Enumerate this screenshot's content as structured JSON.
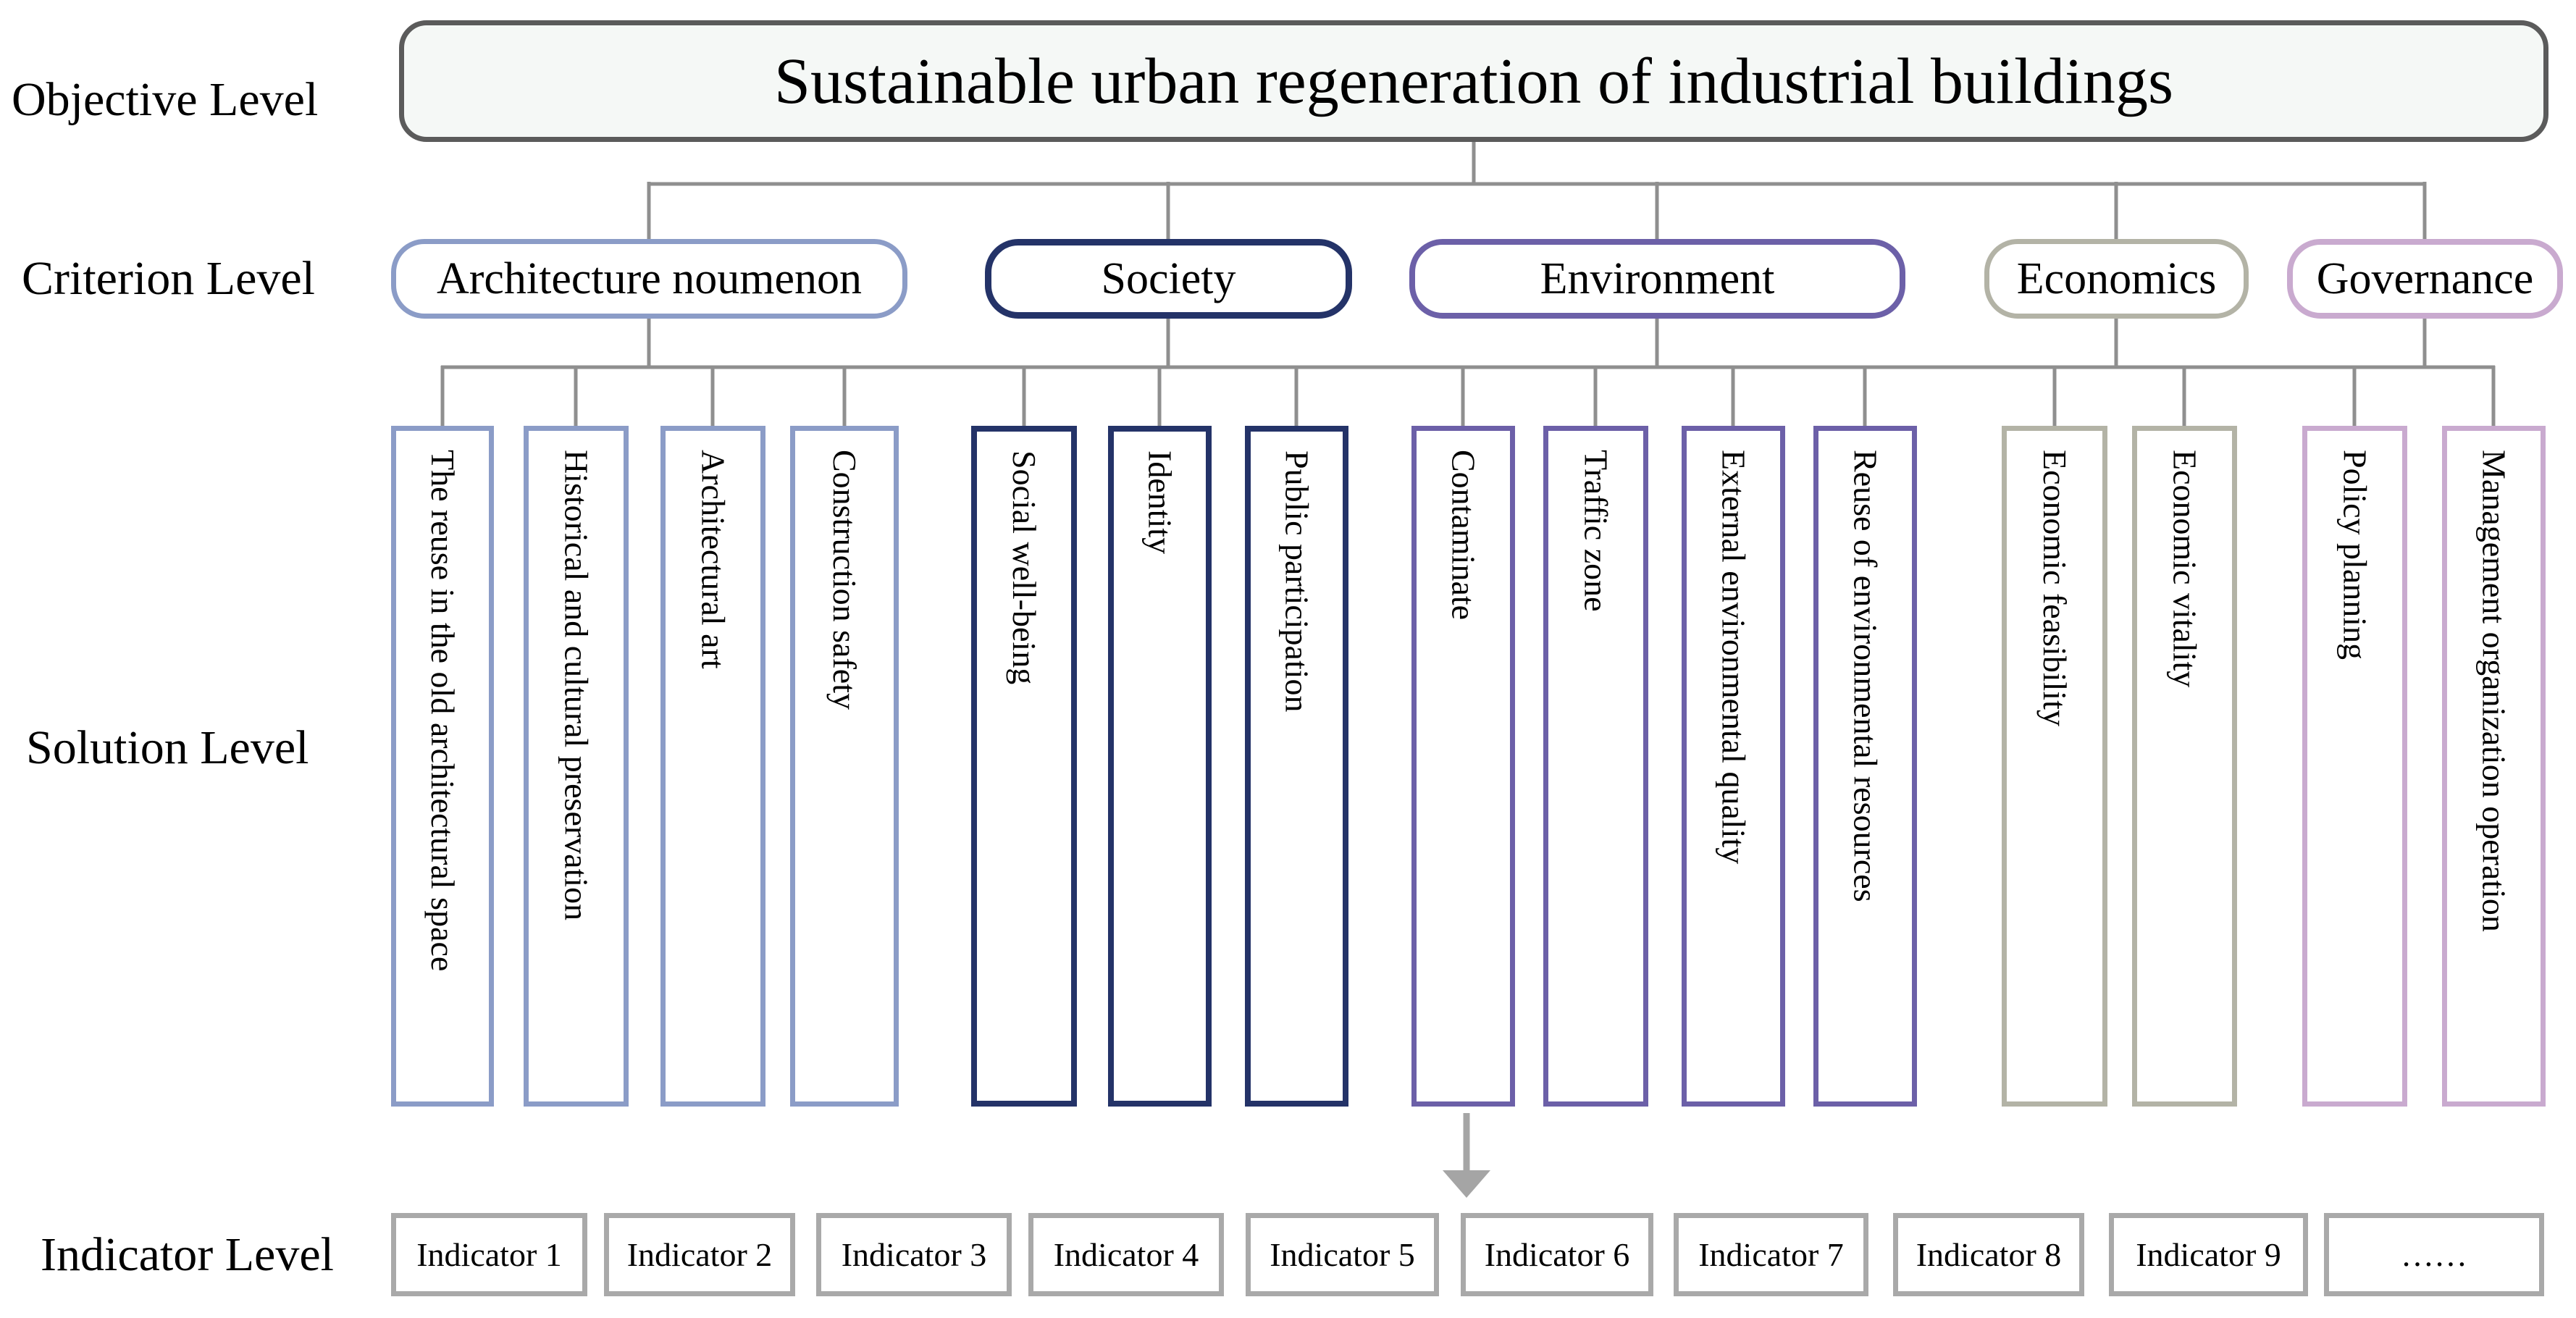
{
  "levels": {
    "objective_label": "Objective Level",
    "criterion_label": "Criterion Level",
    "solution_label": "Solution Level",
    "indicator_label": "Indicator Level"
  },
  "objective": {
    "title": "Sustainable urban regeneration of industrial buildings",
    "border_color": "#5b5b5b",
    "fill_color": "#f5f8f6"
  },
  "criteria": [
    {
      "label": "Architecture noumenon",
      "color": "#8b9cc7"
    },
    {
      "label": "Society",
      "color": "#243368"
    },
    {
      "label": "Environment",
      "color": "#6c60a8"
    },
    {
      "label": "Economics",
      "color": "#b3b3a6"
    },
    {
      "label": "Governance",
      "color": "#c9aacf"
    }
  ],
  "solutions": {
    "architecture": [
      "The reuse in the old architectural space",
      "Historical and cultural preservation",
      "Architectural art",
      "Construction safety"
    ],
    "society": [
      "Social well-being",
      "Identity",
      "Public participation"
    ],
    "environment": [
      "Contaminate",
      "Traffic zone",
      "External environmental quality",
      "Reuse of environmental resources"
    ],
    "economics": [
      "Economic feasibility",
      "Economic vitality"
    ],
    "governance": [
      "Policy planning",
      "Management organization operation"
    ]
  },
  "indicators": {
    "border_color": "#a9a9a9",
    "items": [
      "Indicator 1",
      "Indicator 2",
      "Indicator 3",
      "Indicator 4",
      "Indicator 5",
      "Indicator 6",
      "Indicator 7",
      "Indicator 8",
      "Indicator 9",
      "……"
    ]
  },
  "connectors": {
    "line_color": "#8f8f8f",
    "arrow_color": "#a5a5a5"
  }
}
